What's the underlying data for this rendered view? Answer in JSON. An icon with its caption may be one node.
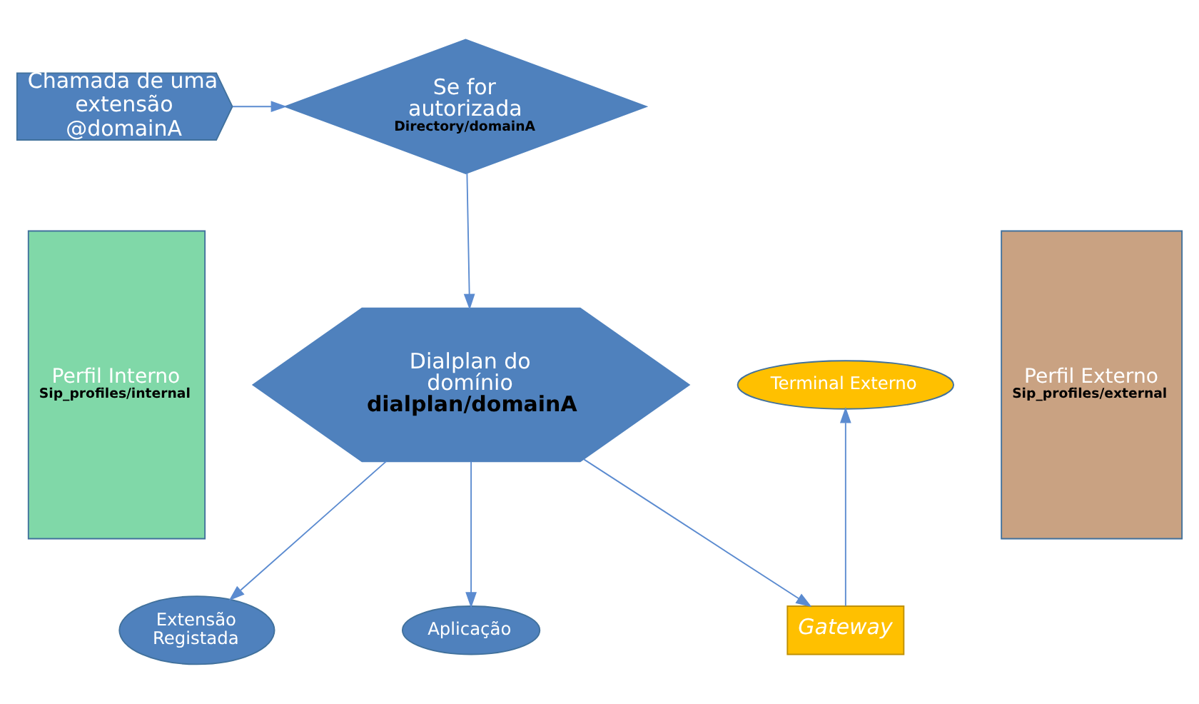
{
  "diagram": {
    "nodes": [
      {
        "text": [
          "Chamada de uma extensão @domainA"
        ]
      },
      {
        "text": [
          "Perfil Interno",
          "Sip_profiles/internal"
        ]
      },
      {
        "text": [
          "Se for autorizada",
          "Directory/domainA"
        ]
      },
      {
        "text": [
          "Perfil Externo",
          "Sip_profiles/external"
        ]
      },
      {
        "text": [
          "Terminal Externo"
        ]
      },
      {
        "text": [
          "Dialplan do domínio",
          "dialplan/domainA"
        ]
      },
      {
        "text": [
          "Extensão Registada"
        ]
      },
      {
        "text": [
          "Gateway"
        ]
      },
      {
        "text": [
          "Aplicação"
        ]
      }
    ],
    "edges": [
      {
        "from": 0,
        "to": 2,
        "arrow": "to"
      },
      {
        "from": 2,
        "to": 5,
        "arrow": "to"
      },
      {
        "from": 5,
        "to": 6,
        "arrow": "to"
      },
      {
        "from": 5,
        "to": 8,
        "arrow": "to"
      },
      {
        "from": 5,
        "to": 7,
        "arrow": "to"
      },
      {
        "from": 7,
        "to": 4,
        "arrow": "to"
      }
    ]
  }
}
